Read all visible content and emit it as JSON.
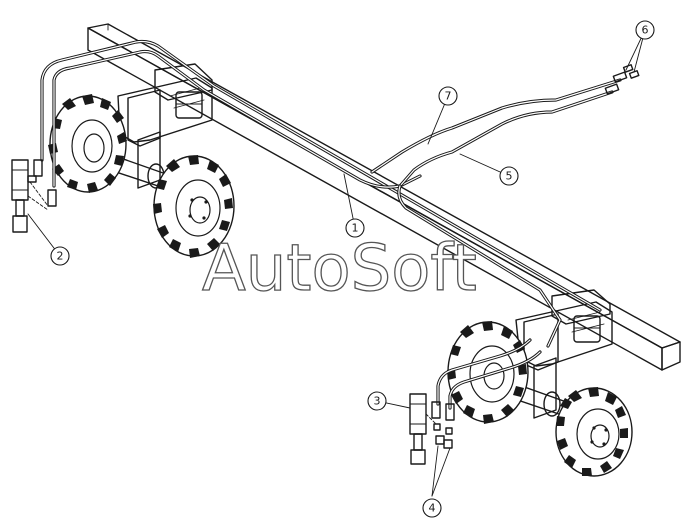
{
  "diagram": {
    "watermark": "AutoSoft",
    "callouts": [
      {
        "id": "1",
        "label": "1"
      },
      {
        "id": "2",
        "label": "2"
      },
      {
        "id": "3",
        "label": "3"
      },
      {
        "id": "4",
        "label": "4"
      },
      {
        "id": "5",
        "label": "5"
      },
      {
        "id": "6",
        "label": "6"
      },
      {
        "id": "7",
        "label": "7"
      }
    ]
  }
}
